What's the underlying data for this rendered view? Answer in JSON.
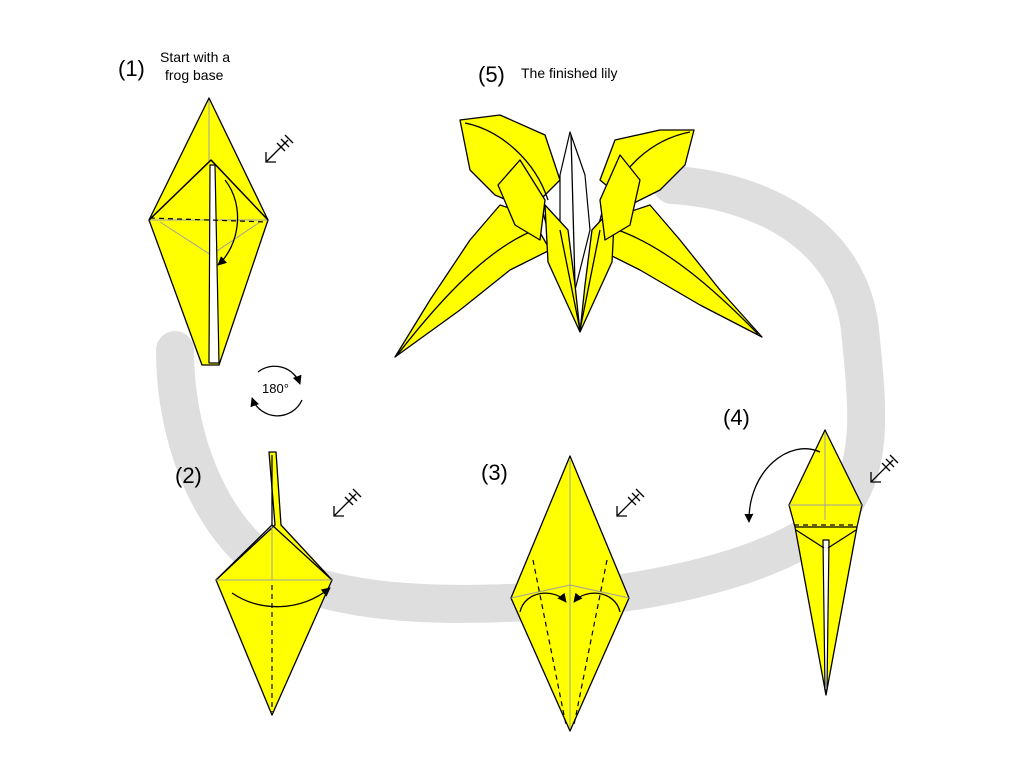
{
  "steps": [
    {
      "number": "(1)",
      "caption_lines": [
        "Start with a",
        "frog base"
      ]
    },
    {
      "number": "(2)",
      "caption_lines": []
    },
    {
      "number": "(3)",
      "caption_lines": []
    },
    {
      "number": "(4)",
      "caption_lines": []
    },
    {
      "number": "(5)",
      "caption_lines": [
        "The finished lily"
      ]
    }
  ],
  "rotation_label": "180°",
  "colors": {
    "paper": "#ffff00",
    "flow_path": "#dedede",
    "line": "#000000",
    "crease": "#a0a0a0"
  },
  "icons": [
    "repeat-behind-icon",
    "rotate-icon",
    "fold-arrow-icon",
    "lily-flower"
  ]
}
